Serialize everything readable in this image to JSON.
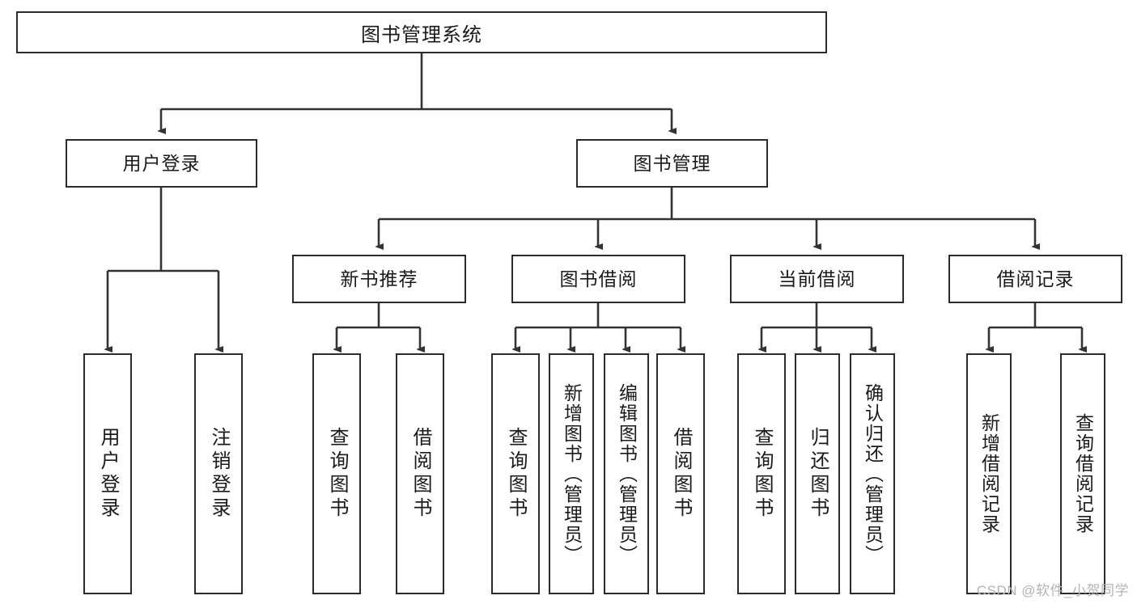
{
  "diagram": {
    "type": "tree",
    "title": "图书管理系统",
    "orientation": "top-down",
    "colors": {
      "background": "#ffffff",
      "node_border": "#2b2b2b",
      "node_fill": "#ffffff",
      "edge": "#333333",
      "text": "#1a1a1a",
      "watermark": "#b4b4b4"
    },
    "root": {
      "label": "图书管理系统"
    },
    "level2": [
      {
        "label": "用户登录"
      },
      {
        "label": "图书管理"
      }
    ],
    "level3": [
      {
        "label": "新书推荐"
      },
      {
        "label": "图书借阅"
      },
      {
        "label": "当前借阅"
      },
      {
        "label": "借阅记录"
      }
    ],
    "leaves": {
      "user_login": [
        {
          "label": "用户登录"
        },
        {
          "label": "注销登录"
        }
      ],
      "new_book_recommend": [
        {
          "label": "查询图书"
        },
        {
          "label": "借阅图书"
        }
      ],
      "book_borrow": [
        {
          "label": "查询图书"
        },
        {
          "label": "新增图书（管理员）"
        },
        {
          "label": "编辑图书（管理员）"
        },
        {
          "label": "借阅图书"
        }
      ],
      "current_borrow": [
        {
          "label": "查询图书"
        },
        {
          "label": "归还图书"
        },
        {
          "label": "确认归还（管理员）"
        }
      ],
      "borrow_record": [
        {
          "label": "新增借阅记录"
        },
        {
          "label": "查询借阅记录"
        }
      ]
    }
  },
  "watermark": {
    "text": "CSDN @软件_小贺同学"
  }
}
